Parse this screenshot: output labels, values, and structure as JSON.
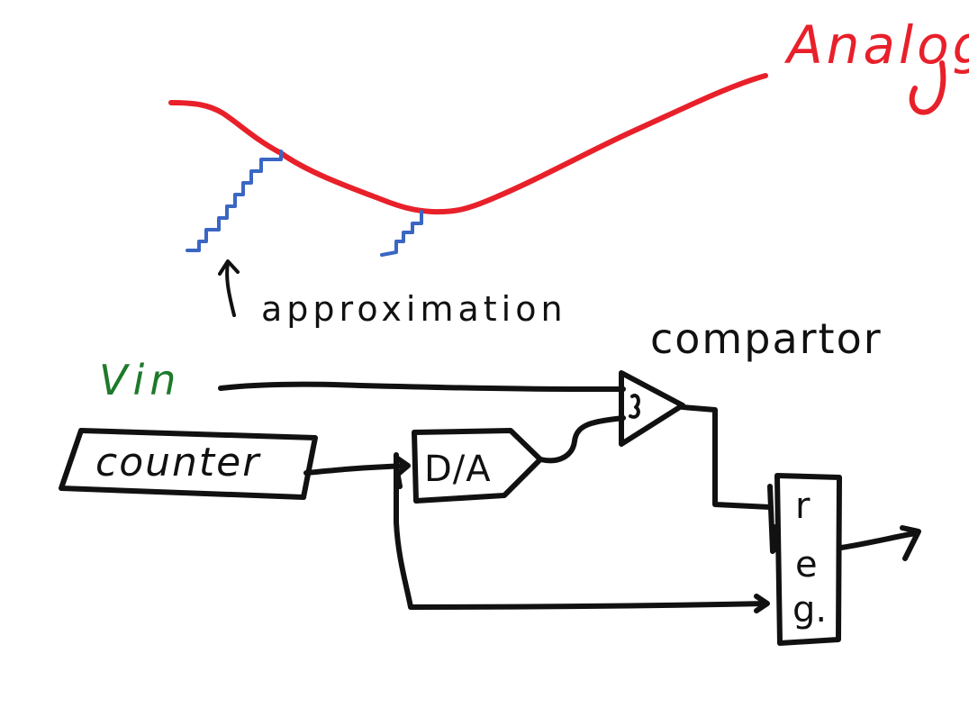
{
  "labels": {
    "analog": "Analog",
    "approximation": "approximation",
    "comparator": "compartor",
    "vin": "Vin",
    "counter": "counter",
    "da": "D/A",
    "reg": [
      "r",
      "e",
      "g."
    ]
  },
  "colors": {
    "analog_curve": "#e8202a",
    "approximation_steps": "#3a66c4",
    "vin_label": "#1d7a2a",
    "ink": "#111111"
  }
}
